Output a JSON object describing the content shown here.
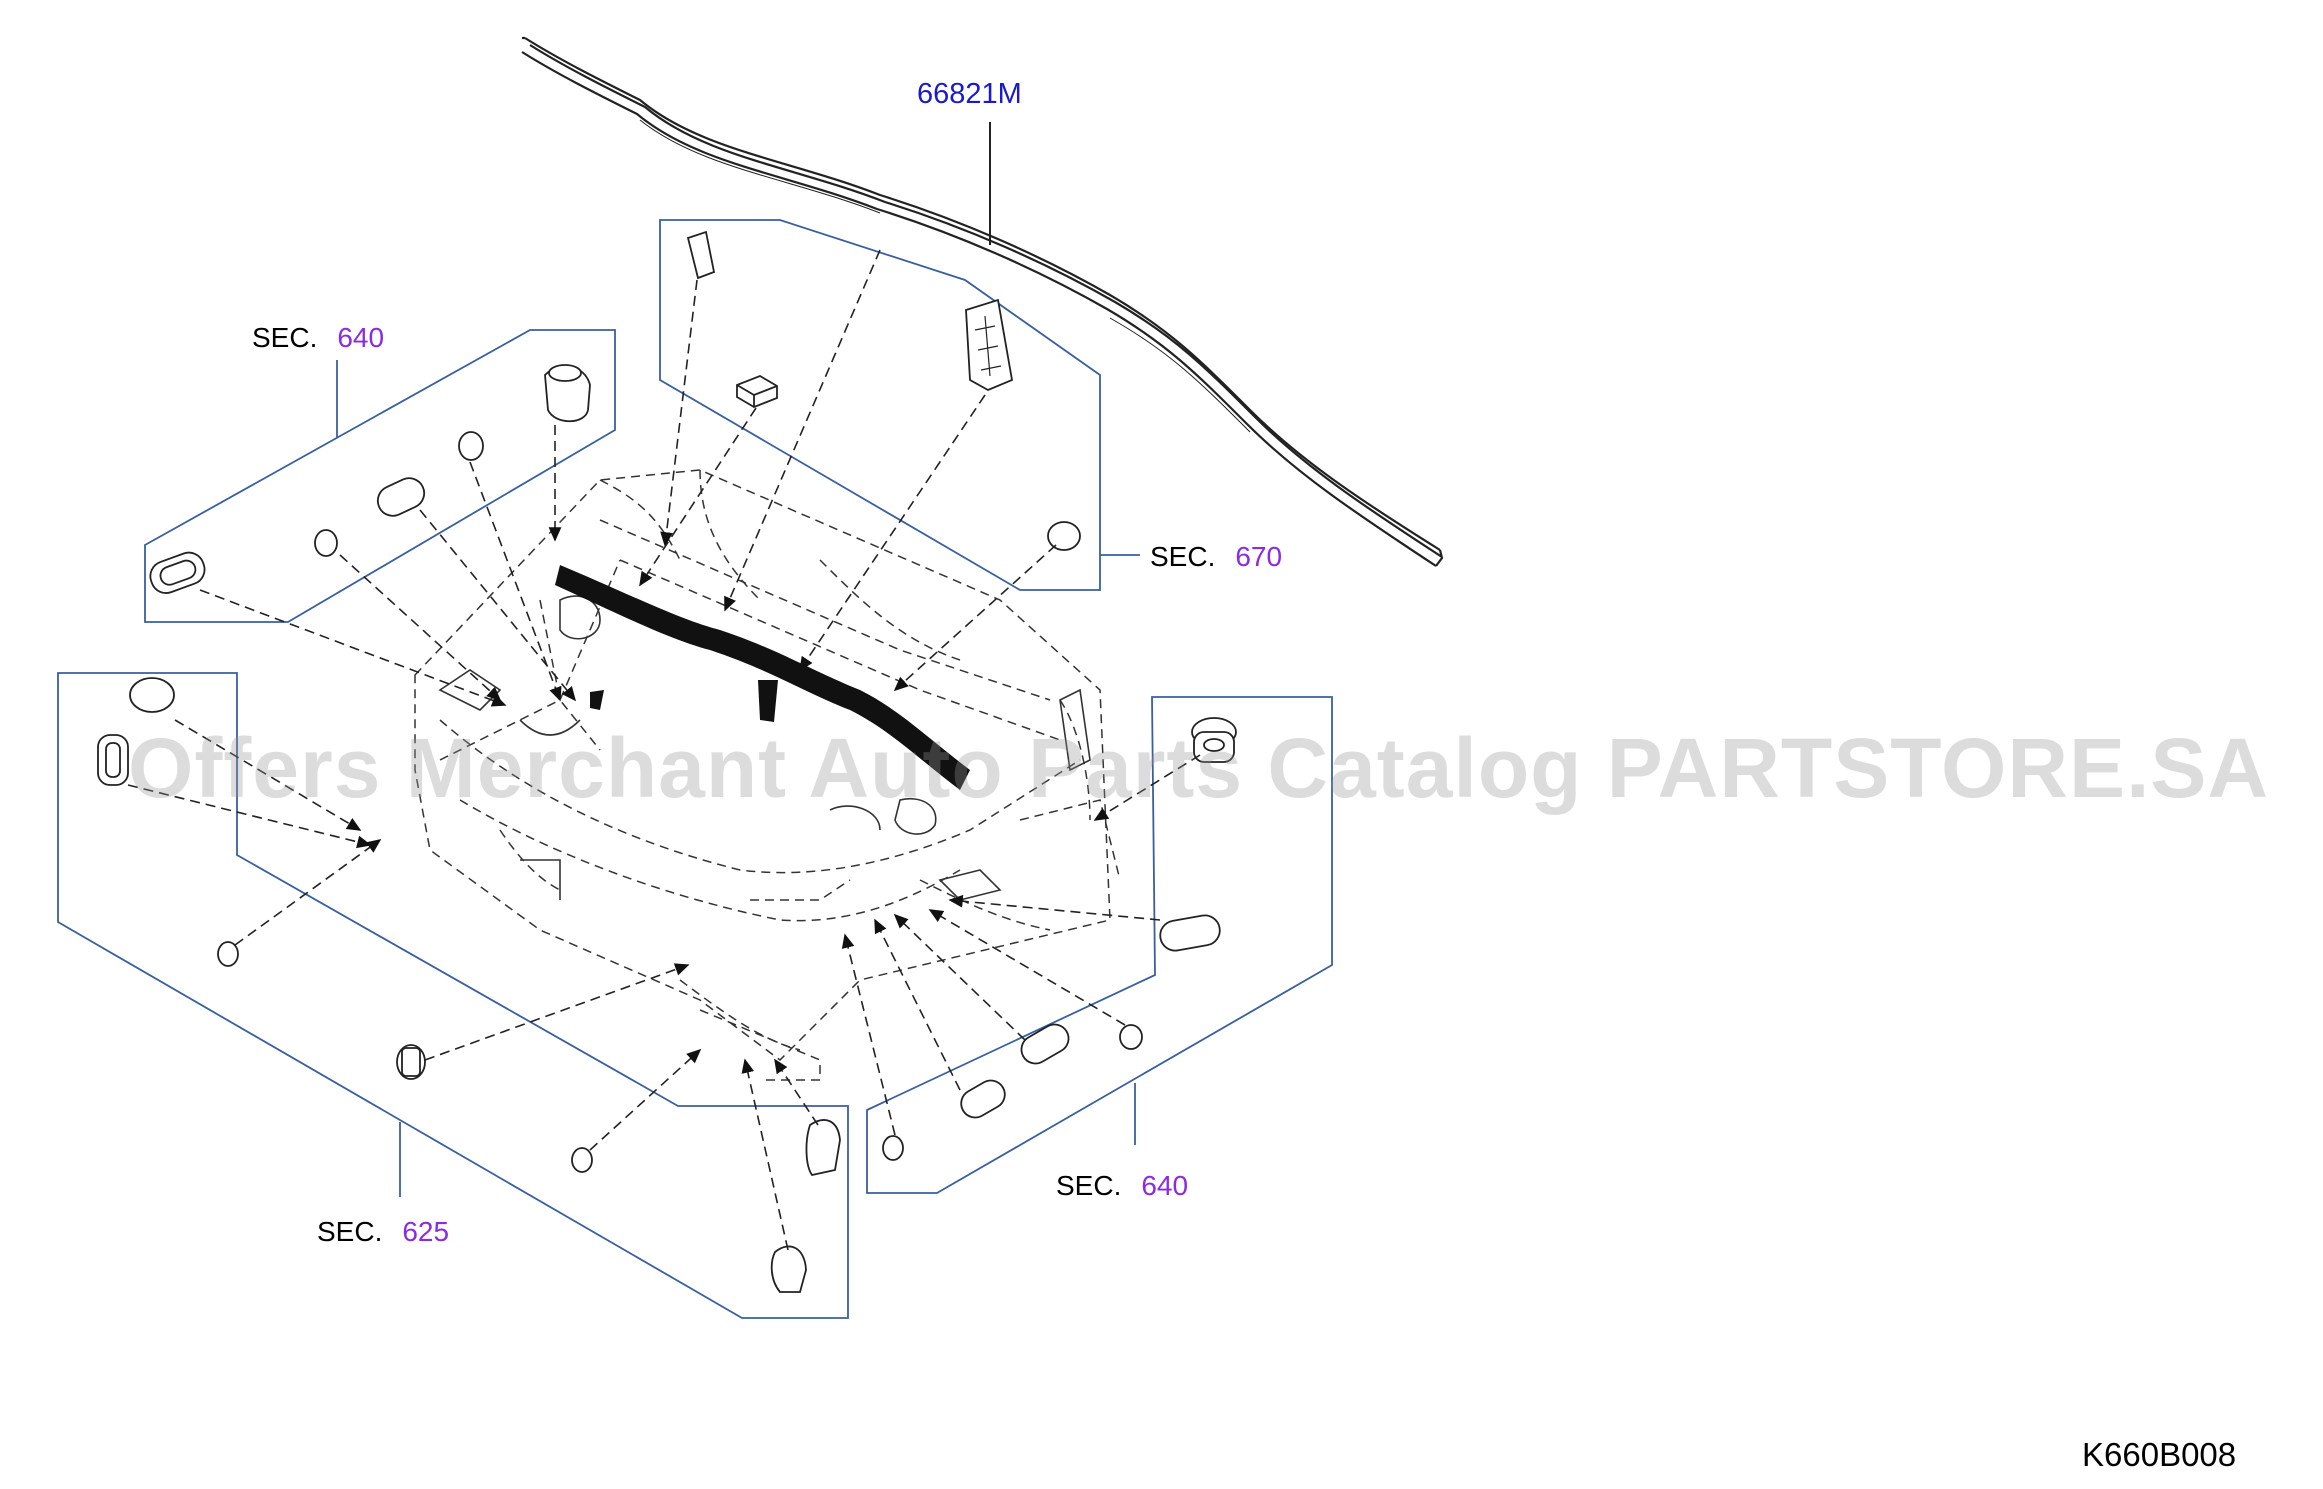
{
  "diagram": {
    "part_label": "66821M",
    "sections": [
      {
        "word": "SEC.",
        "number": "640"
      },
      {
        "word": "SEC.",
        "number": "670"
      },
      {
        "word": "SEC.",
        "number": "640"
      },
      {
        "word": "SEC.",
        "number": "625"
      }
    ],
    "diagram_id": "K660B008"
  },
  "watermark": "Offers Merchant Auto Parts Catalog PARTSTORE.SA",
  "colors": {
    "line": "#222222",
    "callout": "#3a5f9e",
    "section_number": "#8a2be2",
    "part_number": "#1a1acc"
  }
}
